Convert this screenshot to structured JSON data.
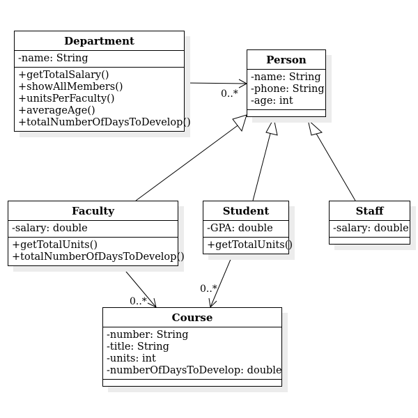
{
  "classes": {
    "department": {
      "name": "Department",
      "attributes": [
        "-name: String"
      ],
      "methods": [
        "+getTotalSalary()",
        "+showAllMembers()",
        "+unitsPerFaculty()",
        "+averageAge()",
        "+totalNumberOfDaysToDevelop()"
      ]
    },
    "person": {
      "name": "Person",
      "attributes": [
        "-name: String",
        "-phone: String",
        "-age: int"
      ],
      "methods": []
    },
    "faculty": {
      "name": "Faculty",
      "attributes": [
        "-salary: double"
      ],
      "methods": [
        "+getTotalUnits()",
        "+totalNumberOfDaysToDevelop()"
      ]
    },
    "student": {
      "name": "Student",
      "attributes": [
        "-GPA: double"
      ],
      "methods": [
        "+getTotalUnits()"
      ]
    },
    "staff": {
      "name": "Staff",
      "attributes": [
        "-salary: double"
      ],
      "methods": []
    },
    "course": {
      "name": "Course",
      "attributes": [
        "-number: String",
        "-title: String",
        "-units: int",
        "-numberOfDaysToDevelop: double"
      ],
      "methods": []
    }
  },
  "multiplicities": {
    "department_person": "0..*",
    "faculty_course": "0..*",
    "student_course": "0..*"
  },
  "colors": {
    "line": "#000000",
    "shadow": "#ececec",
    "fill": "#ffffff"
  }
}
